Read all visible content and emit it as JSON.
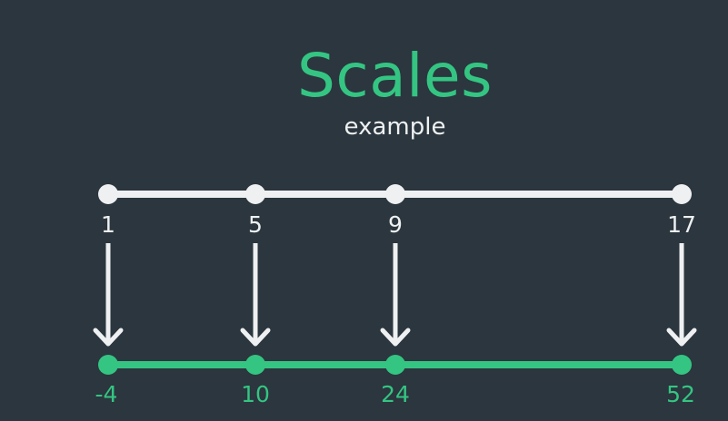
{
  "title": "Scales",
  "subtitle": "example",
  "colors": {
    "background": "#2b363e",
    "domain": "#eef0f1",
    "range": "#34c582",
    "arrow": "#eef0f1"
  },
  "mapping": {
    "domain": [
      "1",
      "5",
      "9",
      "17"
    ],
    "range": [
      "-4",
      "10",
      "24",
      "52"
    ]
  }
}
